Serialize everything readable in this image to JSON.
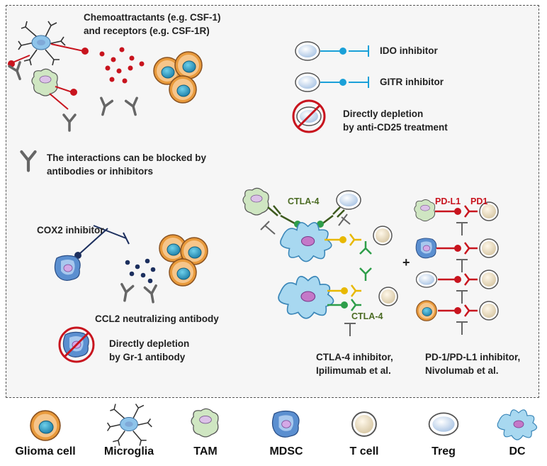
{
  "top_left": {
    "chemo_line1": "Chemoattractants (e.g. CSF-1)",
    "chemo_line2": "and receptors (e.g. CSF-1R)",
    "block_line1": "The interactions can be blocked by",
    "block_line2": "antibodies or inhibitors"
  },
  "top_right": {
    "ido": "IDO inhibitor",
    "gitr": "GITR inhibitor",
    "deplete_line1": "Directly depletion",
    "deplete_line2": "by anti-CD25 treatment"
  },
  "left_middle": {
    "cox2": "COX2 inhibitor",
    "ccl2": "CCL2 neutralizing antibody",
    "gr1_line1": "Directly depletion",
    "gr1_line2": "by Gr-1 antibody"
  },
  "ctla4": {
    "label_top": "CTLA-4",
    "label_bottom": "CTLA-4",
    "caption_line1": "CTLA-4 inhibitor,",
    "caption_line2": "Ipilimumab et al."
  },
  "pd1": {
    "pdl1": "PD-L1",
    "pd1": "PD1",
    "caption_line1": "PD-1/PD-L1 inhibitor,",
    "caption_line2": "Nivolumab et al.",
    "plus": "+"
  },
  "legend": [
    {
      "label": "Glioma cell",
      "icon": "glioma-cell-icon"
    },
    {
      "label": "Microglia",
      "icon": "microglia-icon"
    },
    {
      "label": "TAM",
      "icon": "tam-icon"
    },
    {
      "label": "MDSC",
      "icon": "mdsc-icon"
    },
    {
      "label": "T cell",
      "icon": "t-cell-icon"
    },
    {
      "label": "Treg",
      "icon": "treg-icon"
    },
    {
      "label": "DC",
      "icon": "dc-icon"
    }
  ],
  "colors": {
    "red": "#c8141e",
    "cyan": "#1aa0d8",
    "navy": "#1c2f5e",
    "green": "#2e9e4a",
    "darkgreen": "#3d5a1e",
    "yellow": "#e8b800",
    "gray": "#666666",
    "glioma_orange": "#e89a3c",
    "glioma_core": "#2a9ec0",
    "microglia": "#8ec4ea",
    "tam": "#cfe6c2",
    "mdsc": "#5b8fd0",
    "tcell": "#e8dcc2",
    "treg": "#d8e6f6"
  }
}
